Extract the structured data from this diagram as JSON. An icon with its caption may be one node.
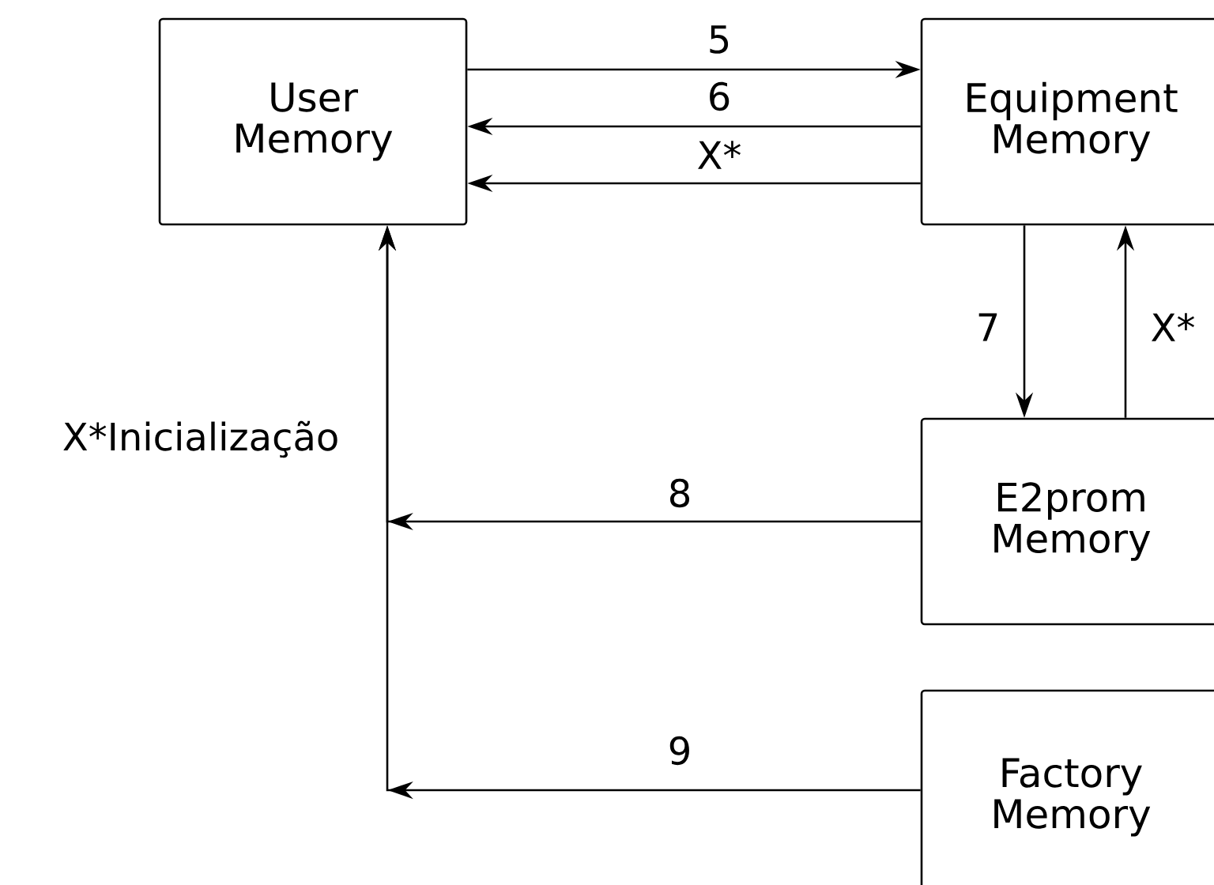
{
  "diagram": {
    "nodes": [
      {
        "text": [
          "User Memory"
        ]
      },
      {
        "text": [
          "Equipment Memory"
        ]
      },
      {
        "text": [
          "E2prom Memory"
        ]
      },
      {
        "text": [
          "Factory Memory"
        ]
      }
    ],
    "edges": [
      {
        "from": 0,
        "to": 1,
        "arrow": "to",
        "label": "5"
      },
      {
        "from": 1,
        "to": 0,
        "arrow": "to",
        "label": "6"
      },
      {
        "from": 1,
        "to": 0,
        "arrow": "to",
        "label": "X*"
      },
      {
        "from": 1,
        "to": 2,
        "arrow": "to",
        "label": "7"
      },
      {
        "from": 2,
        "to": 1,
        "arrow": "to",
        "label": "X*"
      },
      {
        "from": 2,
        "to": 0,
        "arrow": "to",
        "label": "8"
      },
      {
        "from": 3,
        "to": 0,
        "arrow": "to",
        "label": "9"
      }
    ],
    "labels": [
      "X*Inicialização"
    ]
  }
}
